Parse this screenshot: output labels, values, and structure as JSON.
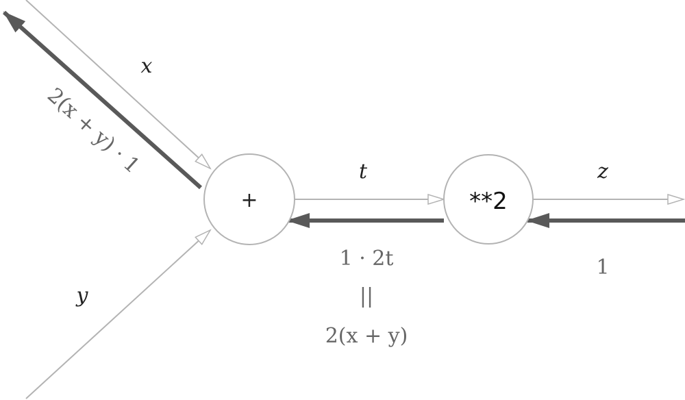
{
  "nodes": {
    "add": {
      "label": "+"
    },
    "square": {
      "label": "**2"
    }
  },
  "forward_labels": {
    "x": "x",
    "y": "y",
    "t": "t",
    "z": "z"
  },
  "backward_labels": {
    "output_grad": "1",
    "t_grad_line1": "1 · 2t",
    "t_grad_line2": "||",
    "t_grad_line3": "2(x + y)",
    "x_grad": "2(x + y) · 1"
  },
  "colors": {
    "forward_edge": "#b3b3b3",
    "backward_edge": "#595959",
    "node_stroke": "#b3b3b3",
    "text_dark": "#222222",
    "text_grad": "#666666"
  }
}
